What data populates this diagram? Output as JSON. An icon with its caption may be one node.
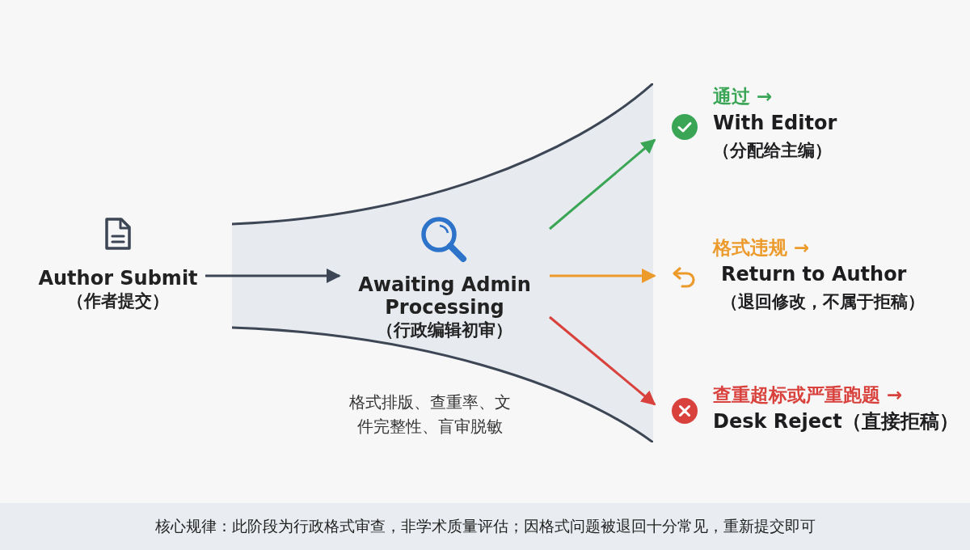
{
  "diagram": {
    "caption": "核心规律：此阶段为行政格式审查，非学术质量评估；因格式问题被退回十分常见，重新提交即可",
    "nodes": [
      {
        "text": [
          "Author Submit",
          "（作者提交）"
        ]
      },
      {
        "text": [
          "格式排版、查重率、文件完整性、盲审脱敏"
        ]
      },
      {
        "text": [
          "Awaiting Admin Processing",
          "（行政编辑初审）"
        ],
        "in": 1
      },
      {
        "text": [
          "通过 →",
          "With Editor",
          "（分配给主编）"
        ]
      },
      {
        "text": [
          "格式违规 →",
          "Return to Author",
          "（退回修改，不属于拒稿）"
        ]
      },
      {
        "text": [
          "查重超标或严重跑题 →",
          "Desk Reject（直接拒稿）"
        ]
      }
    ],
    "edges": [
      {
        "from": 0,
        "to": 2,
        "arrow": "to",
        "color": "#3d4654"
      },
      {
        "from": 2,
        "to": 3,
        "arrow": "to",
        "color": "#3aa655"
      },
      {
        "from": 2,
        "to": 4,
        "arrow": "to",
        "color": "#ec9a2a"
      },
      {
        "from": 2,
        "to": 5,
        "arrow": "to",
        "color": "#d9423c"
      }
    ]
  }
}
